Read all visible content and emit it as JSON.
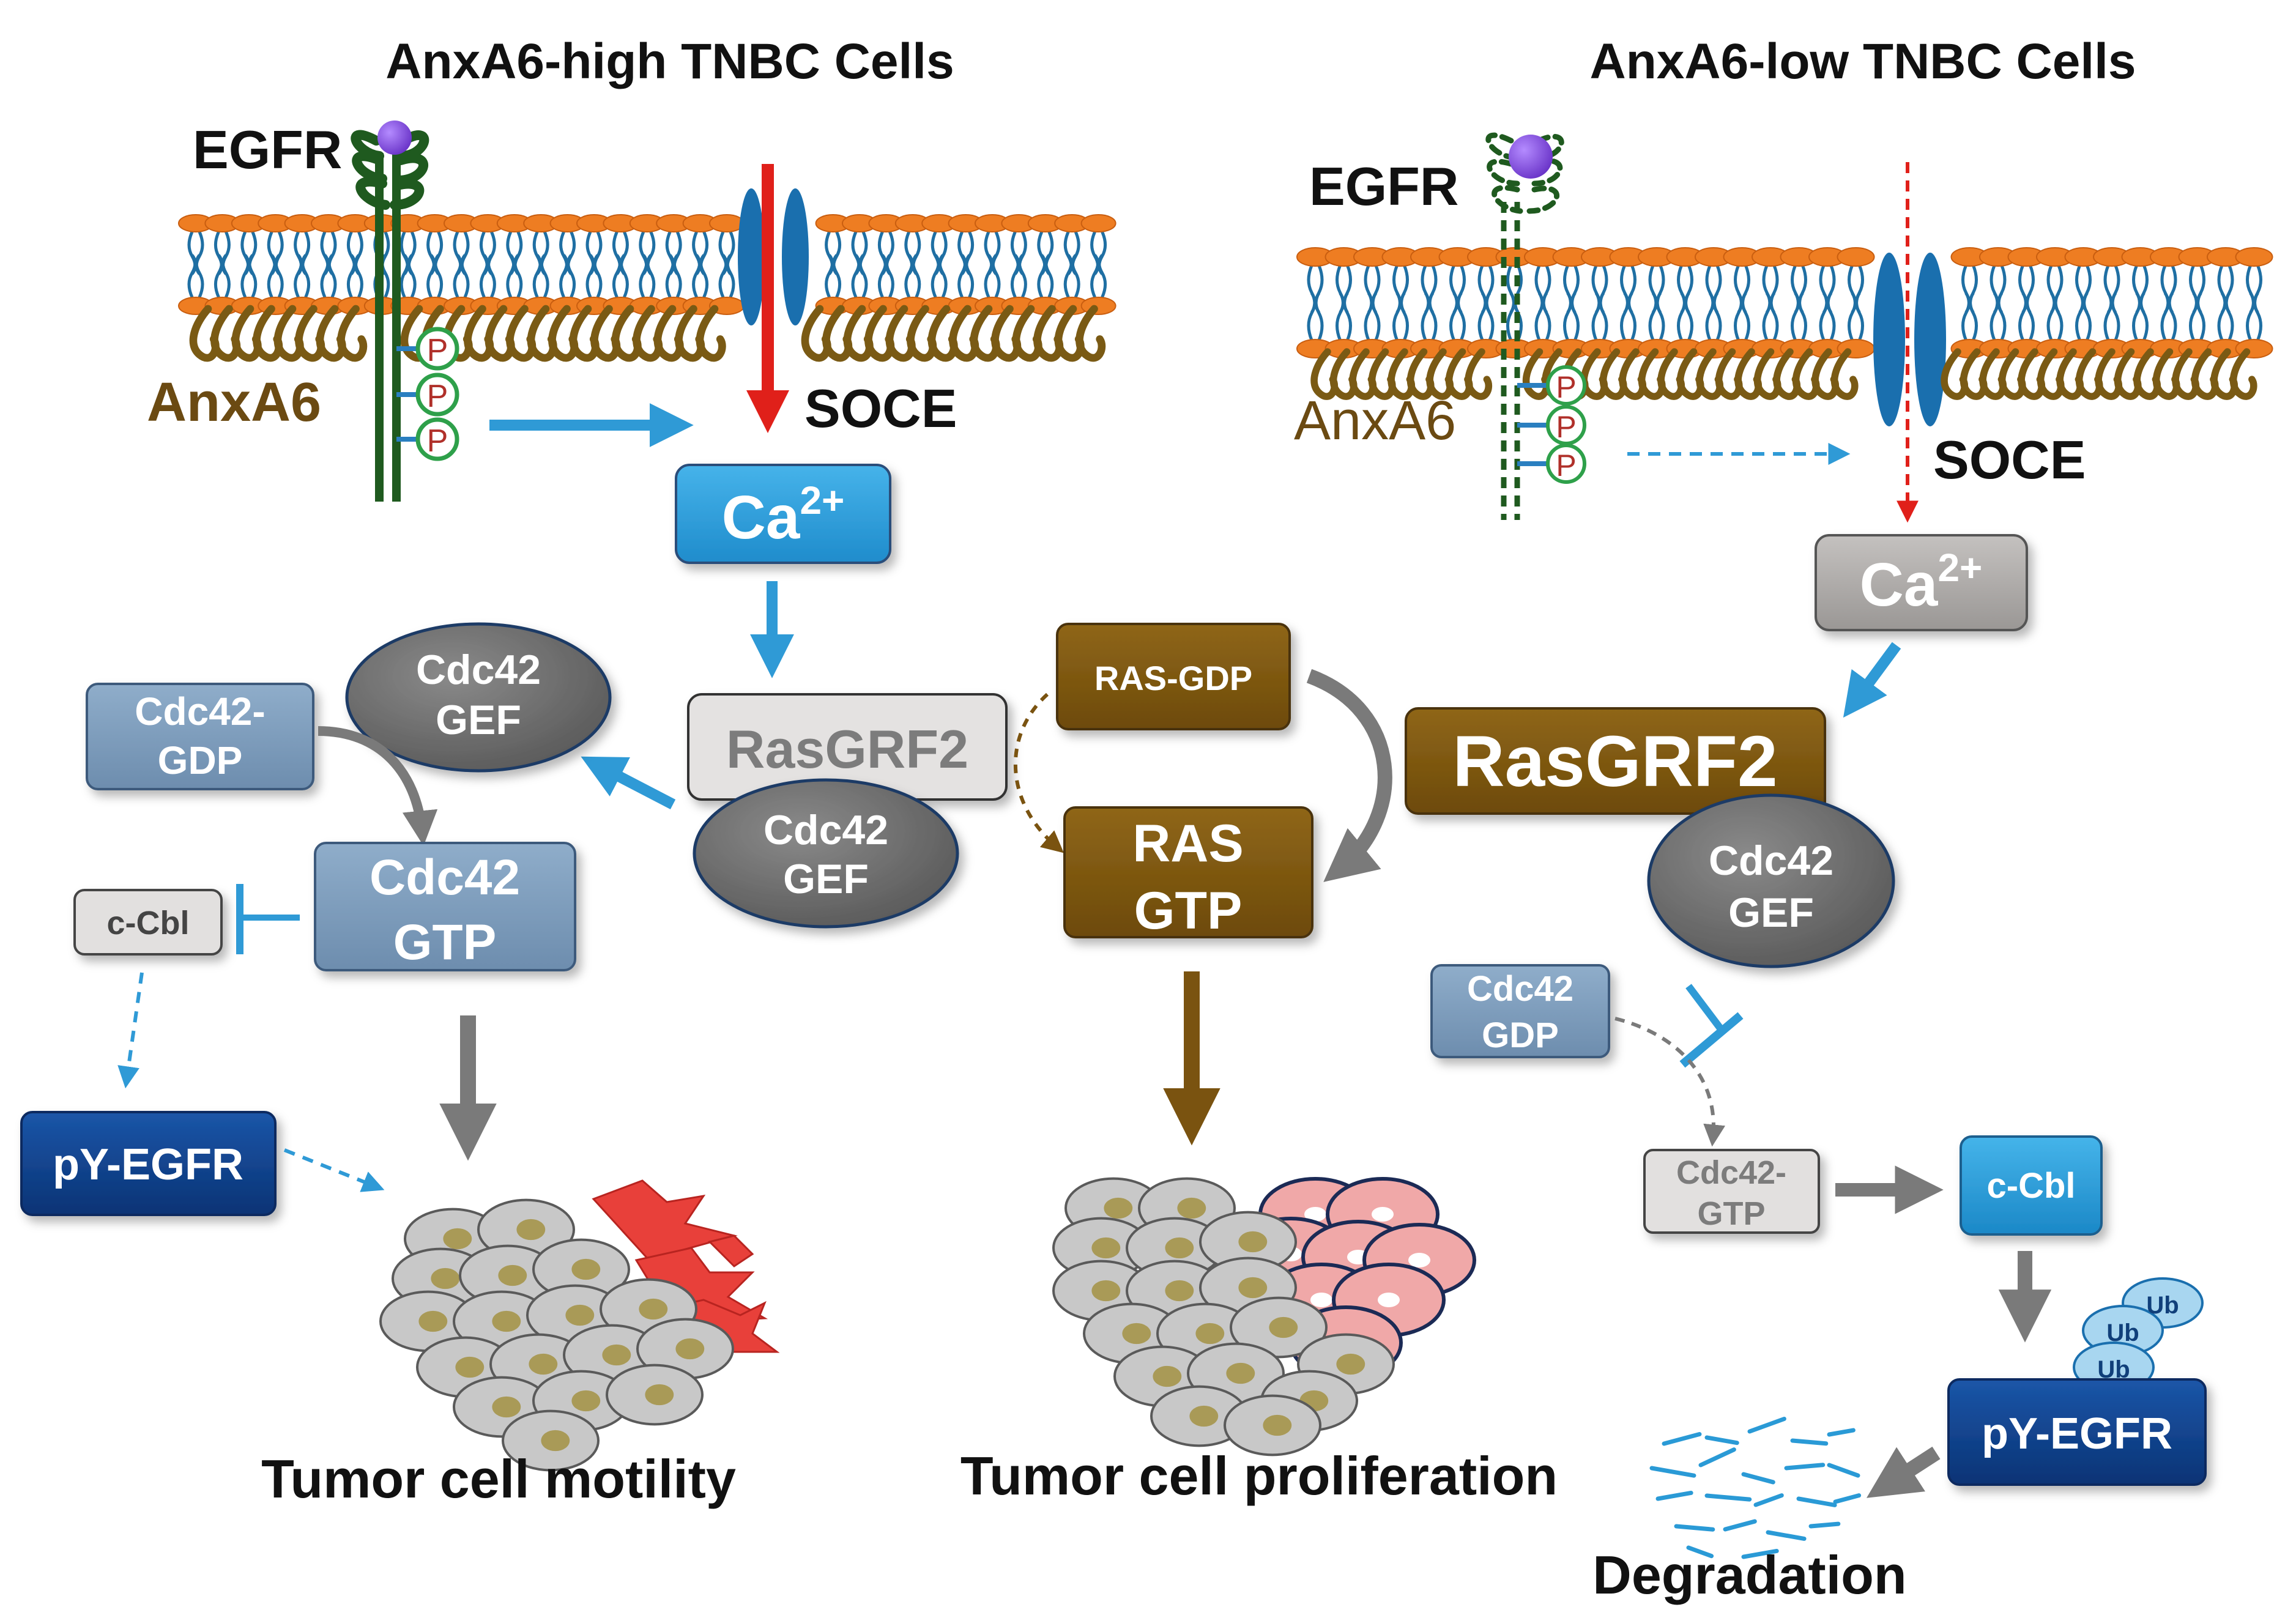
{
  "titles": {
    "left": "AnxA6-high TNBC Cells",
    "right": "AnxA6-low TNBC Cells"
  },
  "left": {
    "egfr": "EGFR",
    "anxa6": "AnxA6",
    "soce": "SOCE",
    "phospho": "P",
    "ca_base": "Ca",
    "ca_sup": "2+",
    "rasgrf2": "RasGRF2",
    "cdc42_gef_line1": "Cdc42",
    "cdc42_gef_line2": "GEF",
    "gef_top_line1": "Cdc42",
    "gef_top_line2": "GEF",
    "cdc42_gdp_line1": "Cdc42-",
    "cdc42_gdp_line2": "GDP",
    "cdc42_gtp_line1": "Cdc42",
    "cdc42_gtp_line2": "GTP",
    "ccbl": "c-Cbl",
    "py_egfr": "pY-EGFR",
    "outcome": "Tumor cell motility"
  },
  "middle": {
    "ras_gdp": "RAS-GDP",
    "ras_gtp_line1": "RAS",
    "ras_gtp_line2": "GTP",
    "outcome": "Tumor cell proliferation"
  },
  "right": {
    "egfr": "EGFR",
    "anxa6": "AnxA6",
    "soce": "SOCE",
    "phospho": "P",
    "ca_base": "Ca",
    "ca_sup": "2+",
    "rasgrf2": "RasGRF2",
    "cdc42_gef_line1": "Cdc42",
    "cdc42_gef_line2": "GEF",
    "cdc42_gdp_line1": "Cdc42",
    "cdc42_gdp_line2": "GDP",
    "cdc42_gtp_line1": "Cdc42-",
    "cdc42_gtp_line2": "GTP",
    "ccbl": "c-Cbl",
    "ub": "Ub",
    "py_egfr": "pY-EGFR",
    "outcome": "Degradation"
  },
  "colors": {
    "lipid_head": "#ee7d22",
    "lipid_tail": "#1f6fa3",
    "channel": "#1a6fae",
    "anxa6": "#7a5a14",
    "egfr": "#1f5a1f",
    "receptor_ball": "#8a4fe0",
    "arrow_blue": "#2f9ad6",
    "arrow_red": "#e0201a",
    "arrow_gray": "#7a7a7a",
    "arrow_brown": "#7a5310",
    "ca_blue": "#2b9bd8",
    "ca_gray": "#a9a6a4",
    "ras_brown": "#7e5711",
    "cdc42_blue": "#7898b8",
    "gef_gray": "#6e6e6e",
    "py_egfr": "#0d3d87",
    "ccbl_blue": "#2899d6",
    "cell_gray": "#c8c8c8",
    "nucleus": "#a99a57",
    "motile_red": "#e8403a",
    "prolif_pink": "#f0a8a8"
  }
}
